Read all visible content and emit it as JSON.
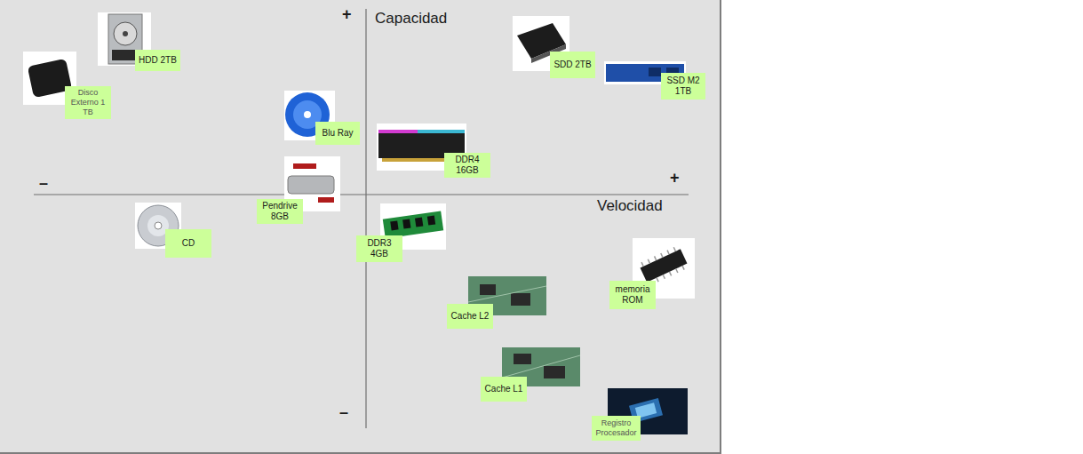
{
  "diagram": {
    "nodes": [
      {
        "text": [
          "HDD 2TB"
        ]
      },
      {
        "text": [
          "SDD 2TB"
        ]
      },
      {
        "text": [
          "SSD M2 1TB"
        ]
      },
      {
        "text": [
          "Disco Externo 1 TB"
        ]
      },
      {
        "text": [
          "Blu Ray"
        ]
      },
      {
        "text": [
          "DDR4 16GB"
        ]
      },
      {
        "text": [
          "Pendrive 8GB"
        ]
      },
      {
        "text": [
          "CD"
        ]
      },
      {
        "text": [
          "DDR3 4GB"
        ]
      },
      {
        "text": [
          "memoria ROM"
        ]
      },
      {
        "text": [
          "Cache L2"
        ]
      },
      {
        "text": [
          "Cache L1"
        ]
      },
      {
        "text": [
          "Registro Procesador"
        ]
      }
    ],
    "labels": [
      "+",
      "Capacidad",
      "–",
      "+",
      "Velocidad",
      "–"
    ]
  }
}
